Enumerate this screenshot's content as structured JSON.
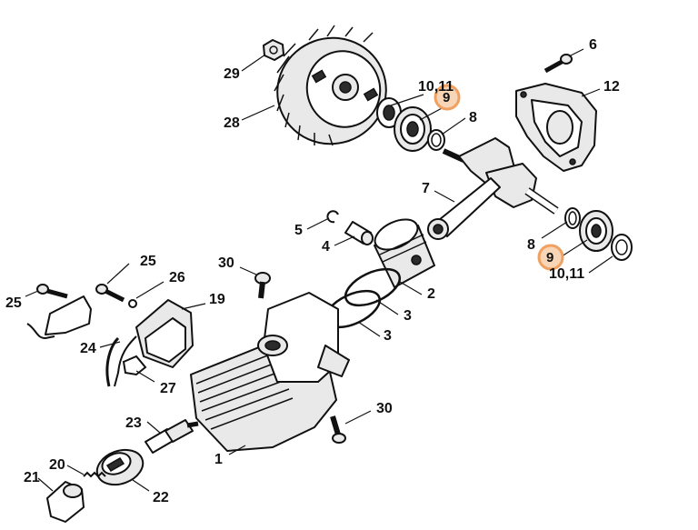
{
  "highlight_color": "#f0a060",
  "callouts": [
    {
      "id": "29",
      "text": "29"
    },
    {
      "id": "28",
      "text": "28"
    },
    {
      "id": "10-11-top",
      "text": "10,11"
    },
    {
      "id": "9-top",
      "text": "9",
      "highlight": true
    },
    {
      "id": "8-top",
      "text": "8"
    },
    {
      "id": "6",
      "text": "6"
    },
    {
      "id": "12",
      "text": "12"
    },
    {
      "id": "7",
      "text": "7"
    },
    {
      "id": "5",
      "text": "5"
    },
    {
      "id": "4",
      "text": "4"
    },
    {
      "id": "8-right",
      "text": "8"
    },
    {
      "id": "9-right",
      "text": "9",
      "highlight": true
    },
    {
      "id": "10-11-right",
      "text": "10,11"
    },
    {
      "id": "25-right",
      "text": "25"
    },
    {
      "id": "26",
      "text": "26"
    },
    {
      "id": "30-top",
      "text": "30"
    },
    {
      "id": "2",
      "text": "2"
    },
    {
      "id": "25-left",
      "text": "25"
    },
    {
      "id": "19",
      "text": "19"
    },
    {
      "id": "3-upper",
      "text": "3"
    },
    {
      "id": "3-lower",
      "text": "3"
    },
    {
      "id": "24",
      "text": "24"
    },
    {
      "id": "27",
      "text": "27"
    },
    {
      "id": "30-bottom",
      "text": "30"
    },
    {
      "id": "23",
      "text": "23"
    },
    {
      "id": "1",
      "text": "1"
    },
    {
      "id": "20",
      "text": "20"
    },
    {
      "id": "21",
      "text": "21"
    },
    {
      "id": "22",
      "text": "22"
    }
  ]
}
